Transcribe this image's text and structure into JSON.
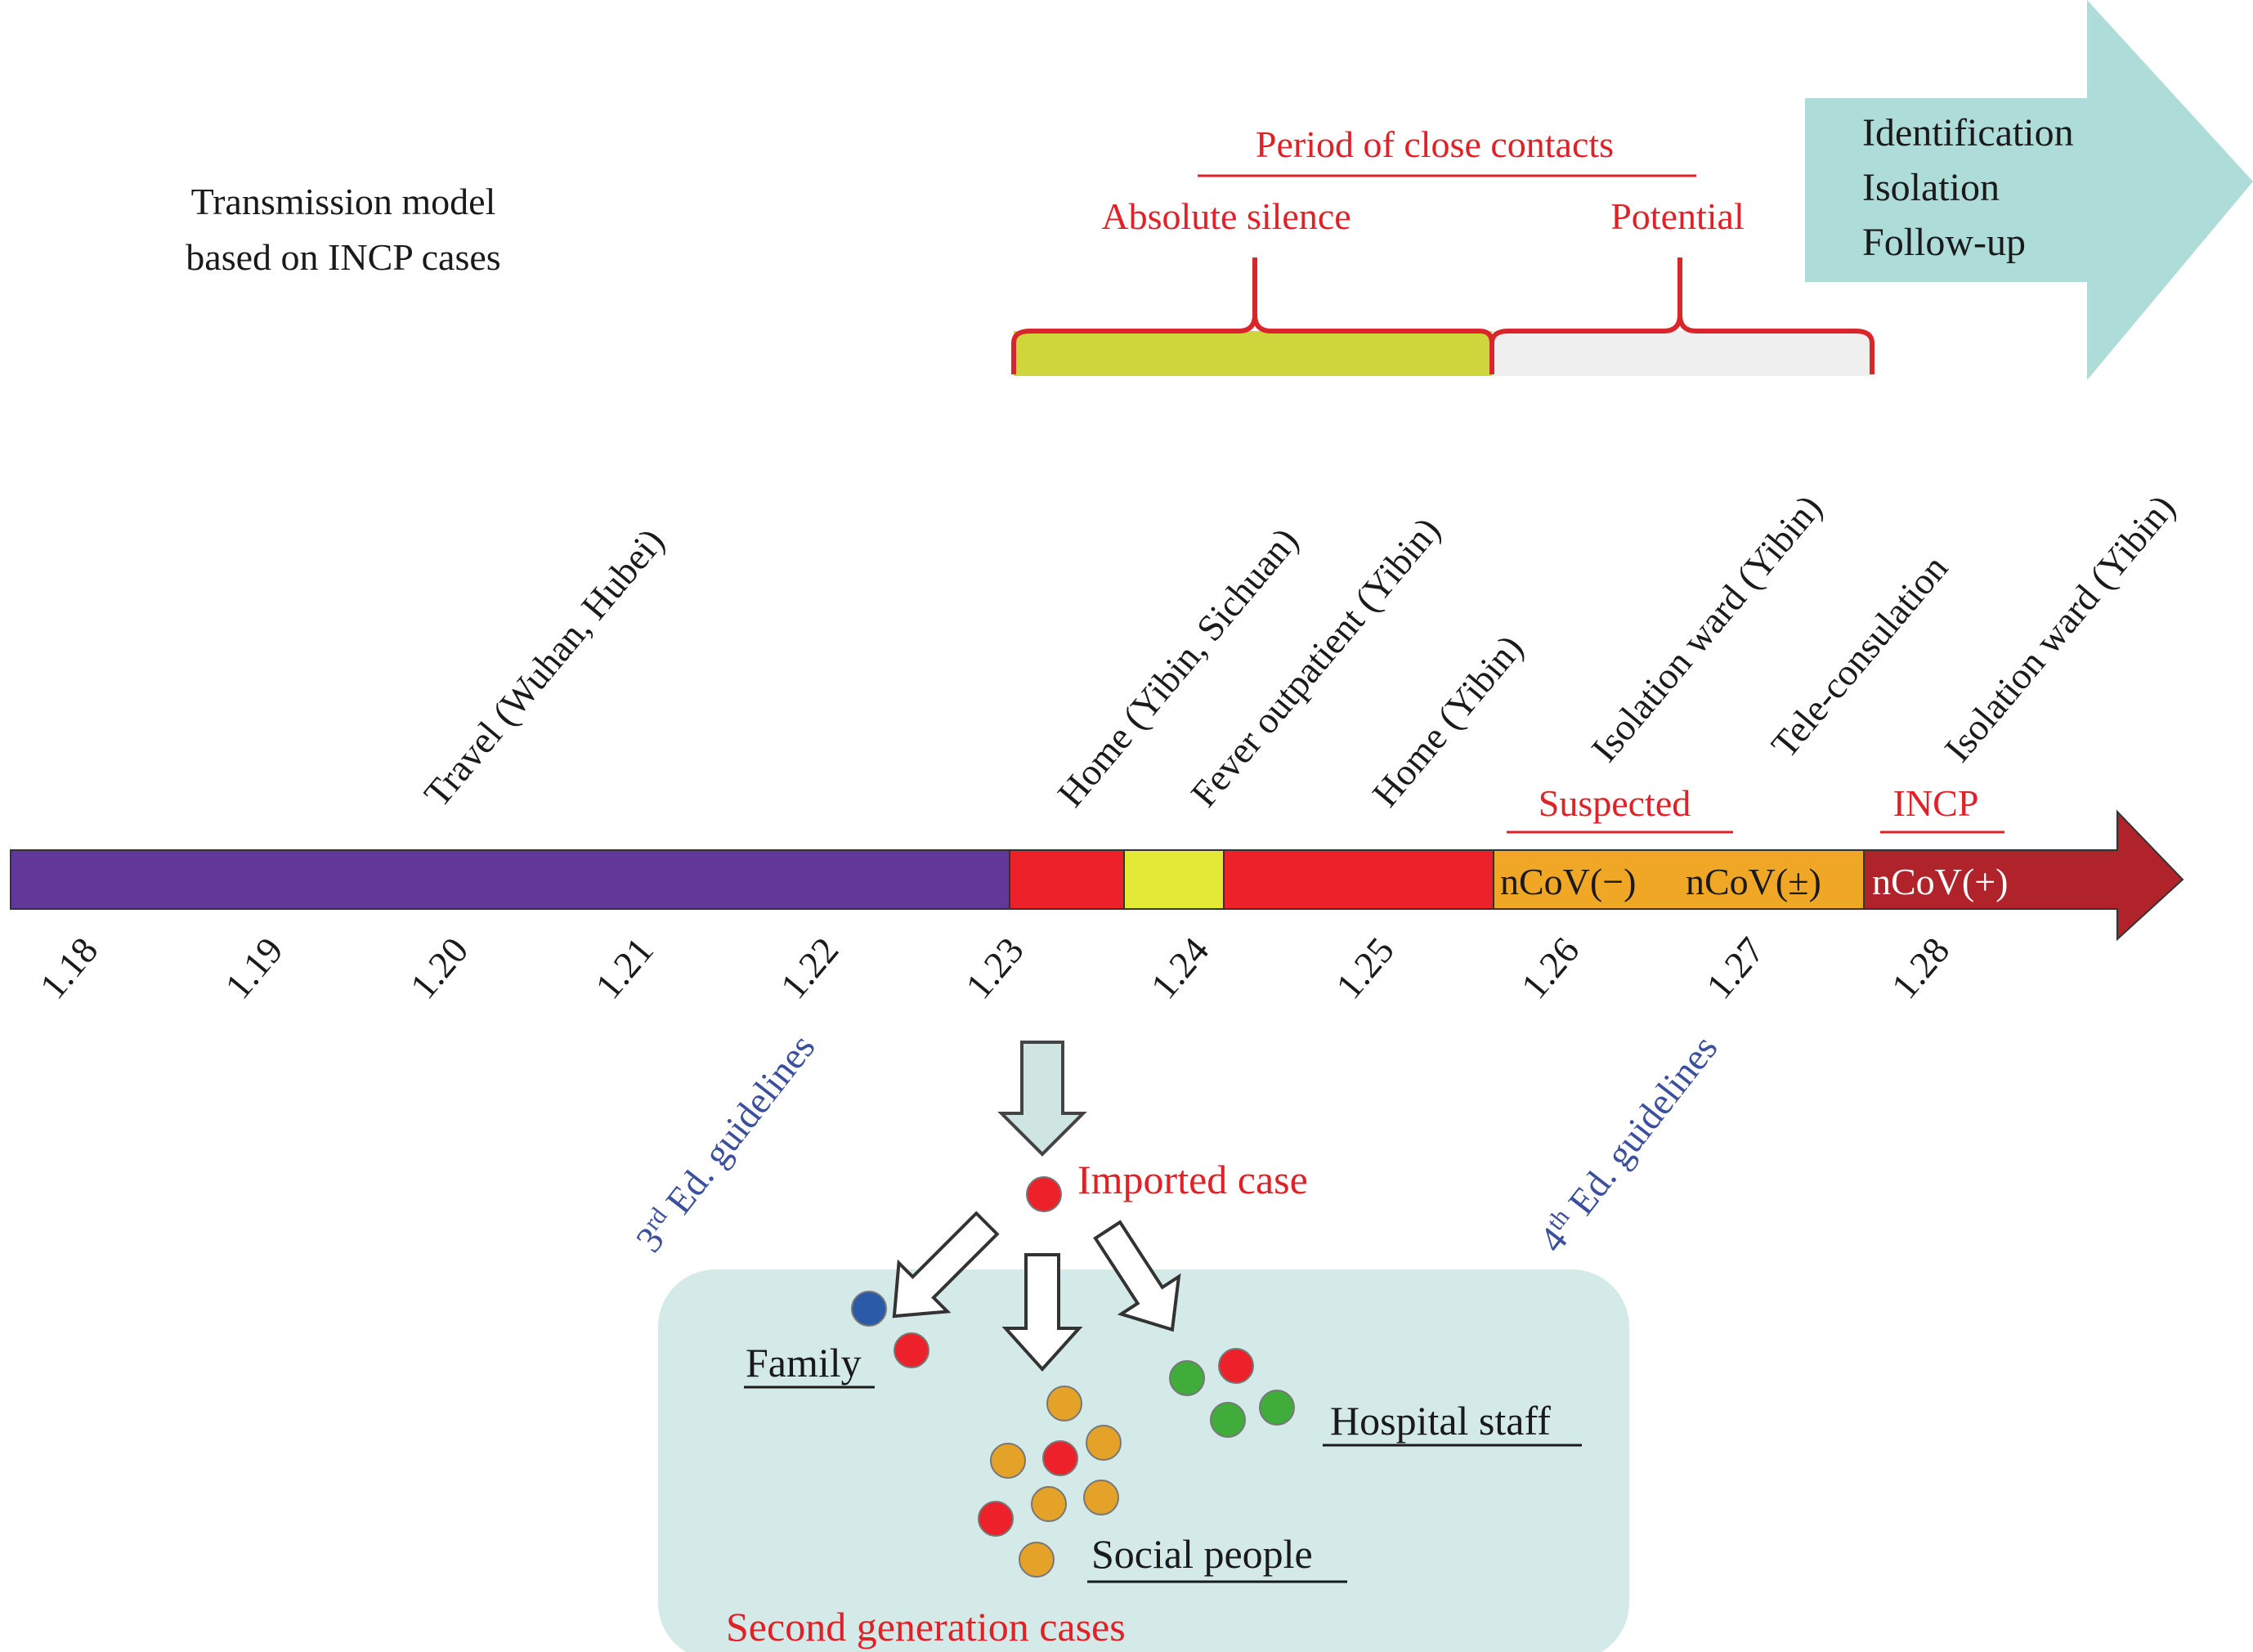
{
  "title_lines": [
    "Transmission model",
    "based on INCP cases"
  ],
  "period": {
    "label": "Period of close contacts",
    "absolute_silence": "Absolute silence",
    "potential": "Potential"
  },
  "actions": [
    "Identification",
    "Isolation",
    "Follow-up"
  ],
  "locations": [
    "Travel (Wuhan, Hubei)",
    "Home (Yibin, Sichuan)",
    "Fever outpatient (Yibin)",
    "Home (Yibin)",
    "Isolation ward (Yibin)",
    "Tele-consulation",
    "Isolation ward (Yibin)"
  ],
  "status": {
    "suspected": "Suspected",
    "incp": "INCP"
  },
  "tests": [
    "nCoV(−)",
    "nCoV(±)",
    "nCoV(+)"
  ],
  "dates": [
    "1.18",
    "1.19",
    "1.20",
    "1.21",
    "1.22",
    "1.23",
    "1.24",
    "1.25",
    "1.26",
    "1.27",
    "1.28"
  ],
  "guidelines": {
    "g3": {
      "num": "3",
      "sup": "rd",
      "rest": " Ed. guidelines"
    },
    "g4": {
      "num": "4",
      "sup": "th",
      "rest": " Ed. guidelines"
    }
  },
  "cases": {
    "imported": "Imported case",
    "family": "Family",
    "hospital_staff": "Hospital staff",
    "social_people": "Social people",
    "second_generation": "Second generation cases"
  },
  "colors": {
    "travel": "#62379a",
    "home": "#ec2129",
    "fever": "#e3e934",
    "suspected": "#f0a726",
    "incp": "#b0232a",
    "red_text": "#e02127",
    "blue_text": "#3b4f9e",
    "teal": "#aedcd8",
    "panel": "#d3eae8",
    "silence": "#cfd63c",
    "potential": "#efefef"
  }
}
